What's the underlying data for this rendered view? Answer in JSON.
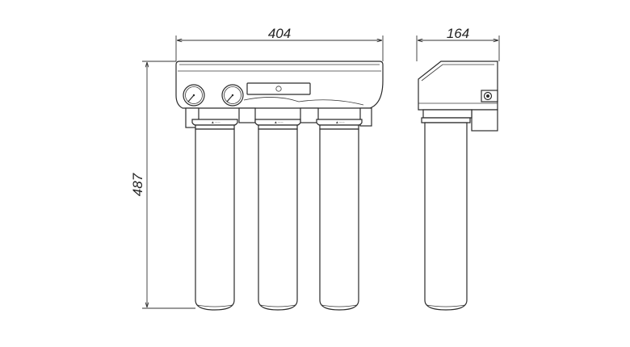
{
  "dimensions": {
    "width": "404",
    "depth": "164",
    "height": "487"
  },
  "colors": {
    "line": "#2b2b2b",
    "background": "#ffffff"
  }
}
